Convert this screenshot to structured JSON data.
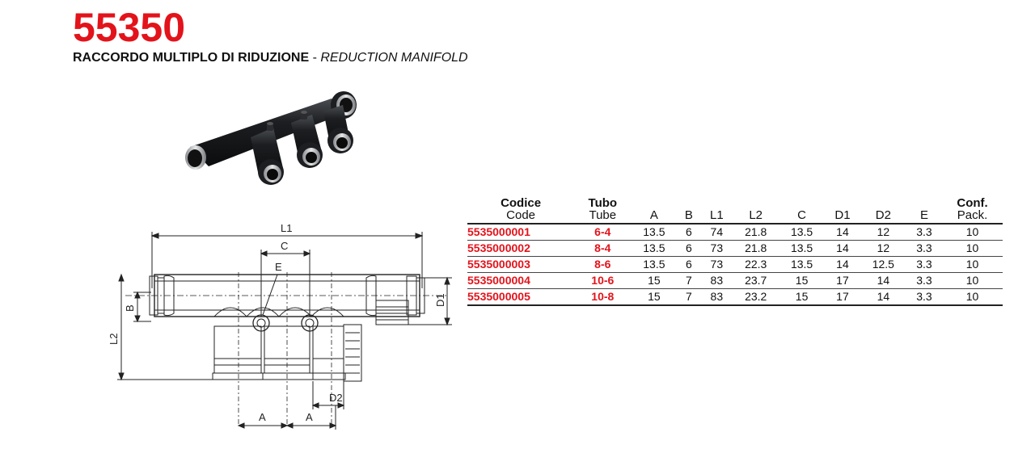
{
  "header": {
    "product_code": "55350",
    "title_it": "RACCORDO MULTIPLO DI RIDUZIONE",
    "title_sep": " - ",
    "title_en": "REDUCTION MANIFOLD"
  },
  "drawing_labels": {
    "l1": "L1",
    "c": "C",
    "e": "E",
    "b": "B",
    "l2": "L2",
    "d1": "D1",
    "d2": "D2",
    "a_left": "A",
    "a_right": "A"
  },
  "table": {
    "columns": [
      {
        "top": "Codice",
        "bottom": "Code"
      },
      {
        "top": "Tubo",
        "bottom": "Tube"
      },
      {
        "top": "",
        "bottom": "A"
      },
      {
        "top": "",
        "bottom": "B"
      },
      {
        "top": "",
        "bottom": "L1"
      },
      {
        "top": "",
        "bottom": "L2"
      },
      {
        "top": "",
        "bottom": "C"
      },
      {
        "top": "",
        "bottom": "D1"
      },
      {
        "top": "",
        "bottom": "D2"
      },
      {
        "top": "",
        "bottom": "E"
      },
      {
        "top": "Conf.",
        "bottom": "Pack."
      }
    ],
    "rows": [
      [
        "5535000001",
        "6-4",
        "13.5",
        "6",
        "74",
        "21.8",
        "13.5",
        "14",
        "12",
        "3.3",
        "10"
      ],
      [
        "5535000002",
        "8-4",
        "13.5",
        "6",
        "73",
        "21.8",
        "13.5",
        "14",
        "12",
        "3.3",
        "10"
      ],
      [
        "5535000003",
        "8-6",
        "13.5",
        "6",
        "73",
        "22.3",
        "13.5",
        "14",
        "12.5",
        "3.3",
        "10"
      ],
      [
        "5535000004",
        "10-6",
        "15",
        "7",
        "83",
        "23.7",
        "15",
        "17",
        "14",
        "3.3",
        "10"
      ],
      [
        "5535000005",
        "10-8",
        "15",
        "7",
        "83",
        "23.2",
        "15",
        "17",
        "14",
        "3.3",
        "10"
      ]
    ]
  },
  "colors": {
    "accent": "#e3131b",
    "text": "#111111",
    "fitting_body": "#1c1e21"
  }
}
